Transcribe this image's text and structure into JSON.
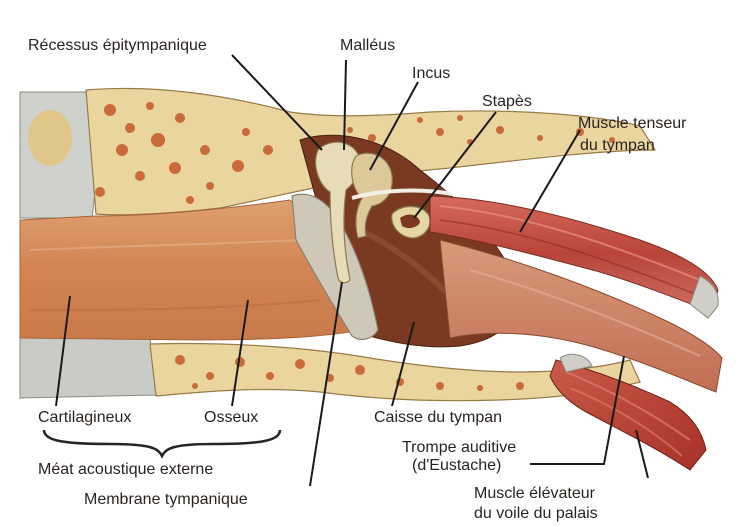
{
  "labels": {
    "recessus": "Récessus épitympanique",
    "malleus": "Malléus",
    "incus": "Incus",
    "stapes": "Stapès",
    "tenseur_line1": "Muscle tenseur",
    "tenseur_line2": "du tympan",
    "cartilagineux": "Cartilagineux",
    "osseux": "Osseux",
    "meat": "Méat acoustique externe",
    "caisse": "Caisse du tympan",
    "trompe_line1": "Trompe auditive",
    "trompe_line2": "(d'Eustache)",
    "membrane": "Membrane tympanique",
    "elevateur_line1": "Muscle élévateur",
    "elevateur_line2": "du voile du palais"
  },
  "colors": {
    "bone": "#e8d29a",
    "marrow": "#c96a3a",
    "canal": "#d48a58",
    "cavity": "#7a3a22",
    "muscle": "#b8443a",
    "membrane": "#cfc7b8",
    "cartilage": "#c8ccc8",
    "leader": "#1a1a1a"
  }
}
